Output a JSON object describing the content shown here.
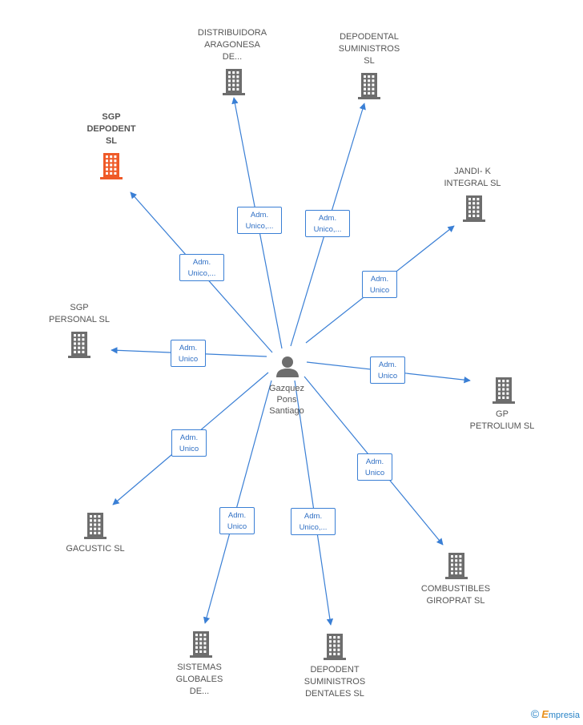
{
  "colors": {
    "edge": "#3a7fd5",
    "building": "#6d6d6d",
    "building_highlight": "#ef5a28",
    "person": "#6d6d6d",
    "brand": "#2a84c7"
  },
  "person": {
    "label": "Gazquez\nPons\nSantiago",
    "icon": "person-icon"
  },
  "companies": [
    {
      "id": "distribuidora",
      "label": "DISTRIBUIDORA\nARAGONESA\nDE...",
      "highlight": false,
      "relation": "Adm.\nUnico,..."
    },
    {
      "id": "depodental",
      "label": "DEPODENTAL\nSUMINISTROS\nSL",
      "highlight": false,
      "relation": "Adm.\nUnico,..."
    },
    {
      "id": "sgp-depodent",
      "label": "SGP\nDEPODENT\nSL",
      "highlight": true,
      "relation": "Adm.\nUnico,..."
    },
    {
      "id": "jandi",
      "label": "JANDI- K\nINTEGRAL SL",
      "highlight": false,
      "relation": "Adm.\nUnico"
    },
    {
      "id": "sgp-personal",
      "label": "SGP\nPERSONAL SL",
      "highlight": false,
      "relation": "Adm.\nUnico"
    },
    {
      "id": "gp-petrolium",
      "label": "GP\nPETROLIUM SL",
      "highlight": false,
      "relation": "Adm.\nUnico"
    },
    {
      "id": "gacustic",
      "label": "GACUSTIC SL",
      "highlight": false,
      "relation": "Adm.\nUnico"
    },
    {
      "id": "combustibles",
      "label": "COMBUSTIBLES\nGIROPRAT SL",
      "highlight": false,
      "relation": "Adm.\nUnico"
    },
    {
      "id": "sistemas",
      "label": "SISTEMAS\nGLOBALES\nDE...",
      "highlight": false,
      "relation": "Adm.\nUnico"
    },
    {
      "id": "depodent-suministros",
      "label": "DEPODENT\nSUMINISTROS\nDENTALES  SL",
      "highlight": false,
      "relation": "Adm.\nUnico,..."
    }
  ],
  "brand": {
    "symbol": "©",
    "initial": "E",
    "rest": "mpresia"
  }
}
